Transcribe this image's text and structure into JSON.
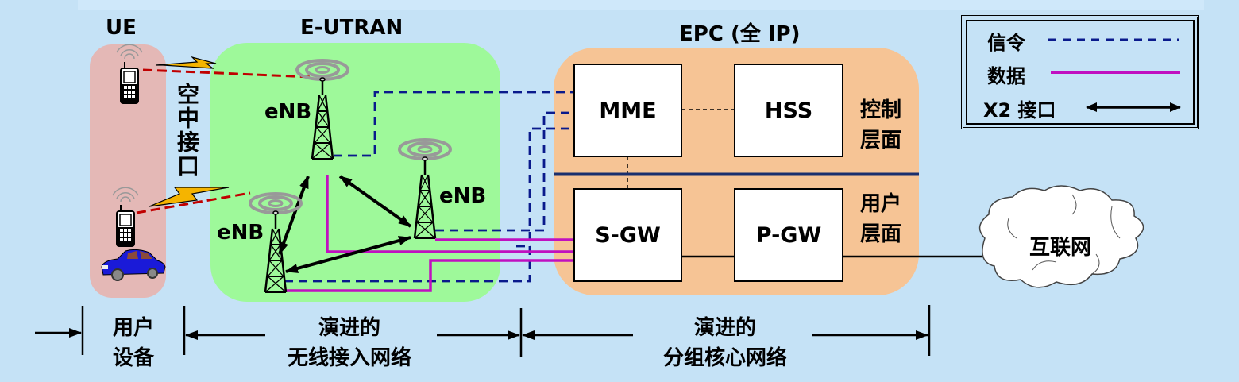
{
  "titles": {
    "ue": "UE",
    "eutran": "E-UTRAN",
    "epc": "EPC (全 IP)"
  },
  "air_interface_label": "空中接口",
  "enb_labels": [
    "eNB",
    "eNB",
    "eNB"
  ],
  "epc_nodes": {
    "mme": "MME",
    "hss": "HSS",
    "sgw": "S-GW",
    "pgw": "P-GW"
  },
  "planes": {
    "control": [
      "控制",
      "层面"
    ],
    "user": [
      "用户",
      "层面"
    ]
  },
  "internet_label": "互联网",
  "legend": {
    "items": [
      {
        "label": "信令",
        "style": "dashed",
        "color": "#0a1a8c"
      },
      {
        "label": "数据",
        "style": "solid",
        "color": "#c010c0"
      },
      {
        "label": "X2 接口",
        "style": "double-arrow",
        "color": "#000000"
      }
    ]
  },
  "bottom_spans": [
    {
      "lines": [
        "用户",
        "设备"
      ]
    },
    {
      "lines": [
        "演进的",
        "无线接入网络"
      ]
    },
    {
      "lines": [
        "演进的",
        "分组核心网络"
      ]
    }
  ],
  "colors": {
    "background": "#c5e2f6",
    "ue_region": "#e4b8b6",
    "eutran_region": "#9ef99a",
    "epc_region": "#f6c495",
    "signaling": "#0a1a8c",
    "data": "#c010c0",
    "air_link": "#c00000",
    "plane_divider": "#1a2f6e"
  }
}
